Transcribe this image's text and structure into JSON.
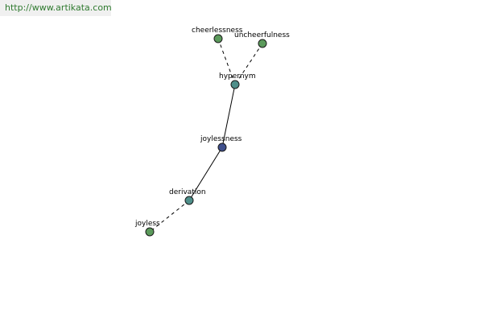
{
  "watermark": {
    "text": "http://www.artikata.com"
  },
  "graph": {
    "nodes": [
      {
        "id": "cheerlessness",
        "label": "cheerlessness",
        "color": "#5b9a5b"
      },
      {
        "id": "uncheerfulness",
        "label": "uncheerfulness",
        "color": "#5b9a5b"
      },
      {
        "id": "hypernym",
        "label": "hypernym",
        "color": "#4f8f8a"
      },
      {
        "id": "joylessness",
        "label": "joylessness",
        "color": "#3f4f8c"
      },
      {
        "id": "derivation",
        "label": "derivation",
        "color": "#4f8f8a"
      },
      {
        "id": "joyless",
        "label": "joyless",
        "color": "#5b9a5b"
      }
    ],
    "edges": [
      {
        "from": "cheerlessness",
        "to": "hypernym",
        "style": "dashed"
      },
      {
        "from": "uncheerfulness",
        "to": "hypernym",
        "style": "dashed"
      },
      {
        "from": "hypernym",
        "to": "joylessness",
        "style": "solid"
      },
      {
        "from": "joylessness",
        "to": "derivation",
        "style": "solid"
      },
      {
        "from": "derivation",
        "to": "joyless",
        "style": "dashed"
      }
    ]
  }
}
